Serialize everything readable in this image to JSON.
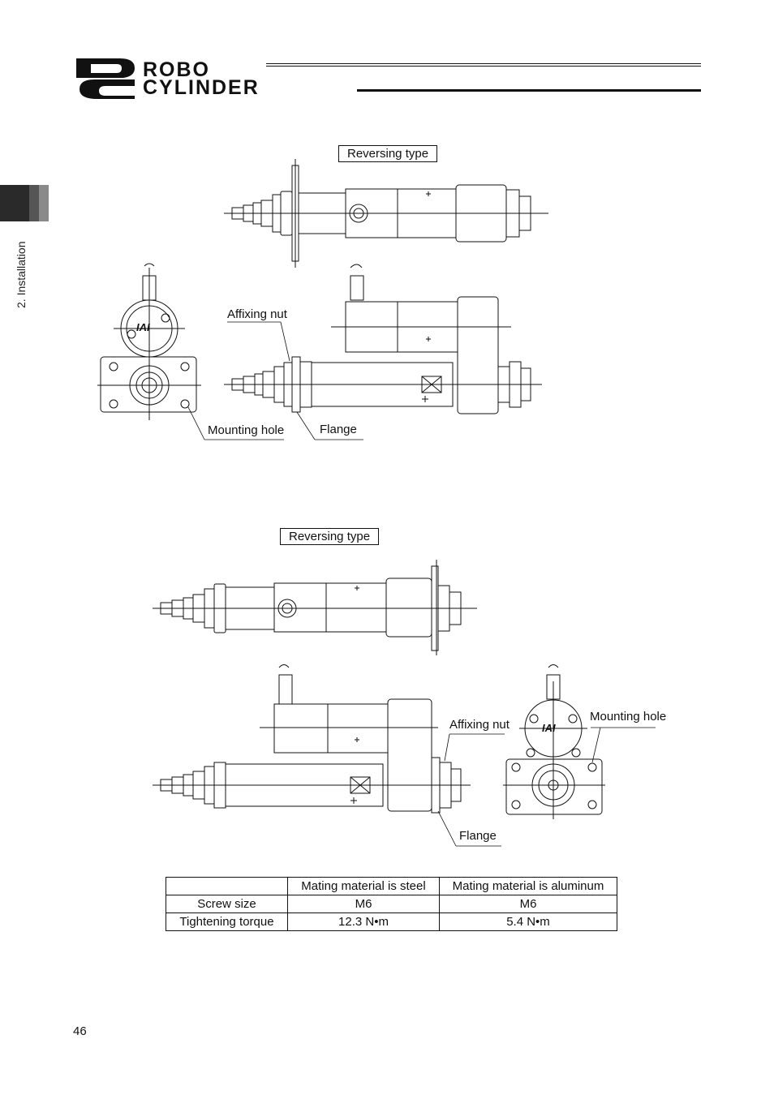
{
  "header": {
    "logo_line1": "ROBO",
    "logo_line2": "CYLINDER"
  },
  "sidebar": {
    "section_label": "2. Installation"
  },
  "figure_top": {
    "type_label": "Reversing type",
    "affixing_nut": "Affixing nut",
    "mounting_hole": "Mounting hole",
    "flange": "Flange",
    "brand_mark": "IAI"
  },
  "figure_bottom": {
    "type_label": "Reversing type",
    "affixing_nut": "Affixing nut",
    "mounting_hole": "Mounting hole",
    "flange": "Flange",
    "brand_mark": "IAI"
  },
  "torque_table": {
    "headers": [
      "",
      "Mating material is steel",
      "Mating material is aluminum"
    ],
    "rows": [
      [
        "Screw size",
        "M6",
        "M6"
      ],
      [
        "Tightening torque",
        "12.3 N•m",
        "5.4 N•m"
      ]
    ]
  },
  "footer": {
    "page_number": "46"
  }
}
